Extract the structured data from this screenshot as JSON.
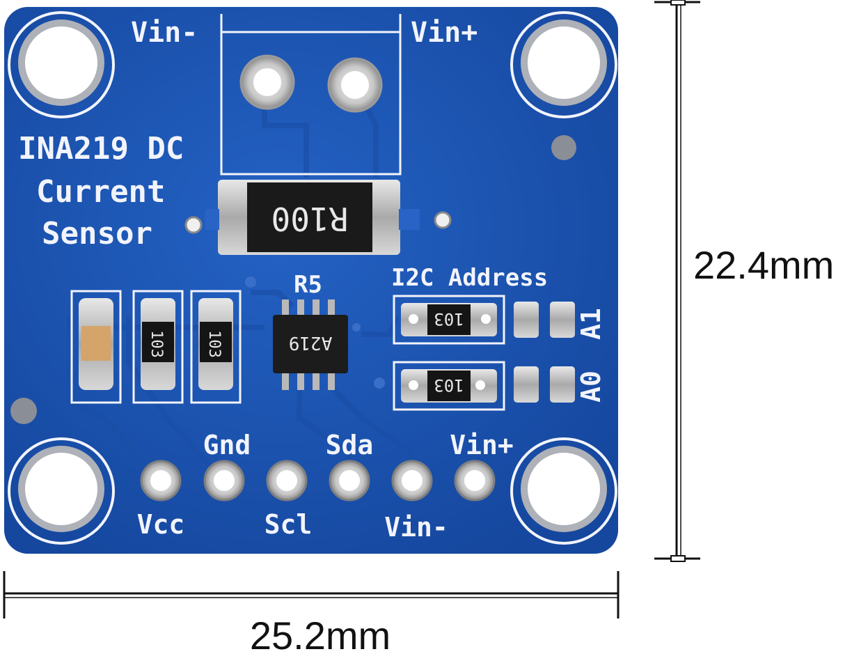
{
  "board": {
    "title_lines": [
      "INA219 DC",
      "Current",
      "Sensor"
    ],
    "top_terminals": [
      "Vin-",
      "Vin+"
    ],
    "shunt_marking": "R100",
    "ic_ref": "R5",
    "ic_marking": "A219",
    "address_label": "I2C Address",
    "address_jumpers": [
      "A1",
      "A0"
    ],
    "resistor_marking": "103",
    "pins_top_labels": [
      "Gnd",
      "Sda",
      "Vin+"
    ],
    "pins_bottom_labels": [
      "Vcc",
      "Scl",
      "Vin-"
    ]
  },
  "dimensions": {
    "height": "22.4mm",
    "width": "25.2mm"
  },
  "colors": {
    "pcb": "#1c55b6",
    "silkscreen": "#f2f4fb",
    "background": "#ffffff"
  }
}
